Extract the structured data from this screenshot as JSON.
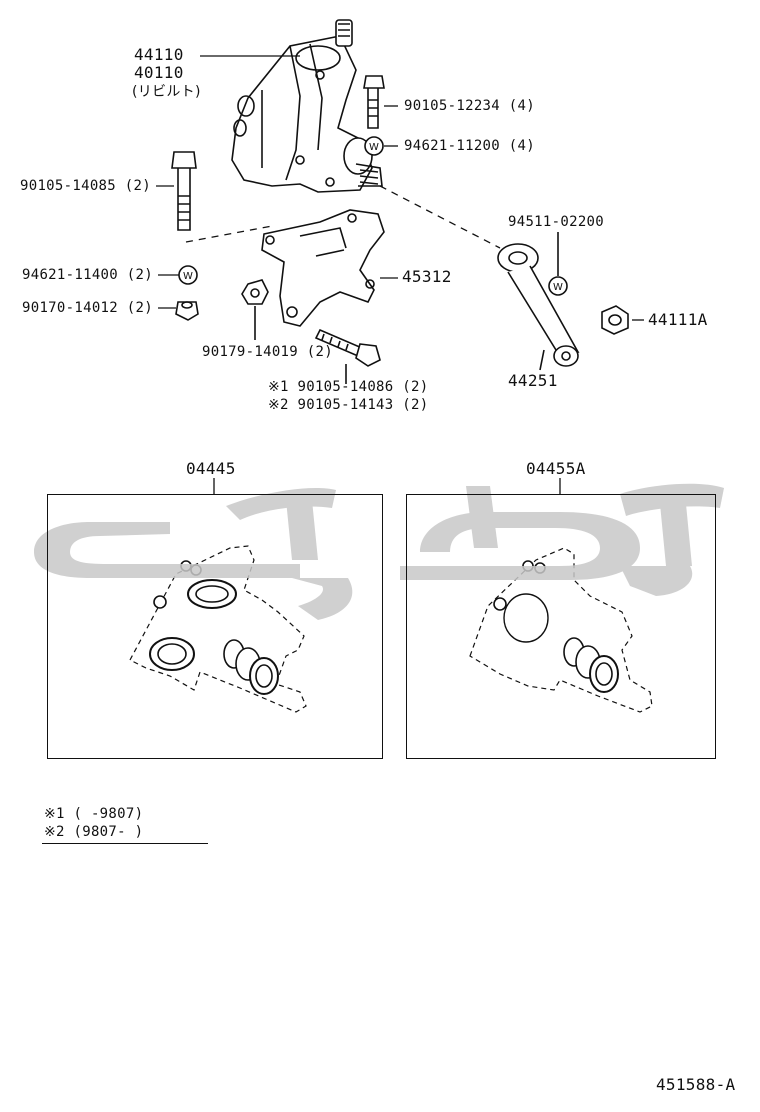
{
  "diagram_id": "451588-A",
  "colors": {
    "ink": "#111111",
    "watermark": "#c8c8c8"
  },
  "parts": {
    "gear_assembly": {
      "no1": "44110",
      "no2": "40110",
      "note": "(リビルト)"
    },
    "bolt_12234": "90105-12234 (4)",
    "washer_11200": "94621-11200 (4)",
    "bolt_14085": "90105-14085 (2)",
    "washer_11400": "94621-11400 (2)",
    "nut_14012": "90170-14012 (2)",
    "bracket": "45312",
    "nut_14019": "90179-14019 (2)",
    "bolt_14086": "※1 90105-14086 (2)",
    "bolt_14143": "※2 90105-14143 (2)",
    "washer_02200": "94511-02200",
    "nut_44111A": "44111A",
    "pitman_arm": "44251"
  },
  "kits": {
    "left": {
      "no": "04445"
    },
    "right": {
      "no": "04455A"
    }
  },
  "notes": {
    "n1": "※1 (      -9807)",
    "n2": "※2 (9807-       )"
  },
  "icons": {
    "washer_symbol": "W",
    "watermark": "watermark-logo"
  }
}
